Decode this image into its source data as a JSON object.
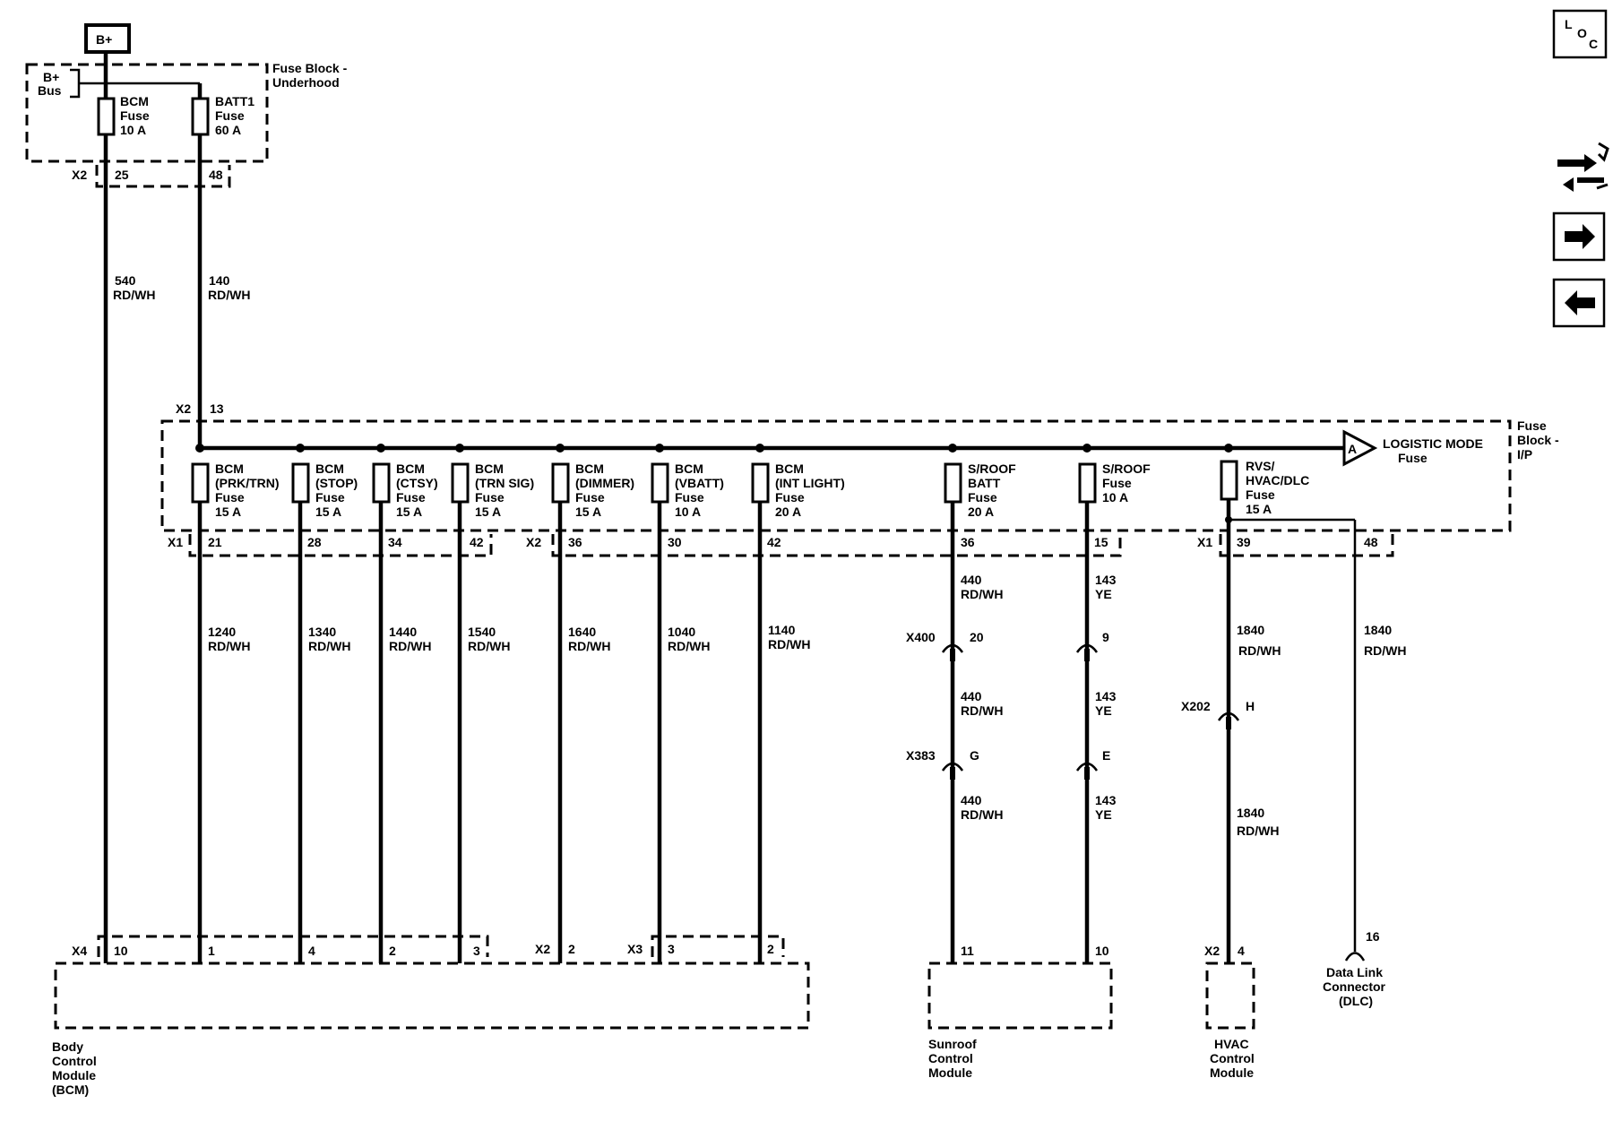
{
  "supply": {
    "b_plus": "B+",
    "bus_line1": "B+",
    "bus_line2": "Bus"
  },
  "fuse_block_underhood": {
    "label_line1": "Fuse Block -",
    "label_line2": "Underhood",
    "fuses": [
      {
        "name": "BCM",
        "type": "Fuse",
        "rating": "10 A"
      },
      {
        "name": "BATT1",
        "type": "Fuse",
        "rating": "60 A"
      }
    ],
    "connector": "X2",
    "pins": [
      "25",
      "48"
    ]
  },
  "wires_upper": [
    {
      "circuit": "540",
      "color": "RD/WH"
    },
    {
      "circuit": "140",
      "color": "RD/WH"
    }
  ],
  "fuse_block_ip": {
    "input_connector": "X2",
    "input_pin": "13",
    "label_line1": "Fuse",
    "label_line2": "Block -",
    "label_line3": "I/P",
    "logistic_mode": {
      "title": "LOGISTIC MODE",
      "subtitle": "Fuse",
      "marker": "A"
    },
    "fuses": [
      {
        "line1": "BCM",
        "line2": "(PRK/TRN)",
        "line3": "Fuse",
        "rating": "15 A"
      },
      {
        "line1": "BCM",
        "line2": "(STOP)",
        "line3": "Fuse",
        "rating": "15 A"
      },
      {
        "line1": "BCM",
        "line2": "(CTSY)",
        "line3": "Fuse",
        "rating": "15 A"
      },
      {
        "line1": "BCM",
        "line2": "(TRN SIG)",
        "line3": "Fuse",
        "rating": "15 A"
      },
      {
        "line1": "BCM",
        "line2": "(DIMMER)",
        "line3": "Fuse",
        "rating": "15 A"
      },
      {
        "line1": "BCM",
        "line2": "(VBATT)",
        "line3": "Fuse",
        "rating": "10 A"
      },
      {
        "line1": "BCM",
        "line2": "(INT LIGHT)",
        "line3": "Fuse",
        "rating": "20 A"
      },
      {
        "line1": "S/ROOF",
        "line2": "BATT",
        "line3": "Fuse",
        "rating": "20 A"
      },
      {
        "line1": "S/ROOF",
        "line2": "Fuse",
        "line3": "10 A",
        "rating": ""
      },
      {
        "line1": "RVS/",
        "line2": "HVAC/DLC",
        "line3": "Fuse",
        "rating": "15 A"
      }
    ],
    "output_connectors": [
      "X1",
      "X2",
      "X1"
    ],
    "output_pins": [
      "21",
      "28",
      "34",
      "42",
      "36",
      "30",
      "42",
      "36",
      "15",
      "39",
      "48"
    ]
  },
  "wires_lower": [
    {
      "circuit": "1240",
      "color": "RD/WH"
    },
    {
      "circuit": "1340",
      "color": "RD/WH"
    },
    {
      "circuit": "1440",
      "color": "RD/WH"
    },
    {
      "circuit": "1540",
      "color": "RD/WH"
    },
    {
      "circuit": "1640",
      "color": "RD/WH"
    },
    {
      "circuit": "1040",
      "color": "RD/WH"
    },
    {
      "circuit": "1140",
      "color": "RD/WH"
    },
    {
      "circuit": "440",
      "color": "RD/WH"
    },
    {
      "circuit": "143",
      "color": "YE"
    },
    {
      "circuit": "1840",
      "color": "RD/WH"
    },
    {
      "circuit": "1840",
      "color": "RD/WH"
    }
  ],
  "inline_connectors": {
    "x400": {
      "name": "X400",
      "pin_a": "20",
      "pin_b": "9"
    },
    "x383": {
      "name": "X383",
      "pin_a": "G",
      "pin_b": "E"
    },
    "x202": {
      "name": "X202",
      "pin": "H"
    }
  },
  "wires_mid": [
    {
      "circuit": "440",
      "color": "RD/WH"
    },
    {
      "circuit": "143",
      "color": "YE"
    },
    {
      "circuit": "440",
      "color": "RD/WH"
    },
    {
      "circuit": "143",
      "color": "YE"
    },
    {
      "circuit": "1840",
      "color": "RD/WH"
    }
  ],
  "bcm": {
    "connectors": [
      "X4",
      "X2",
      "X3"
    ],
    "pins": [
      "10",
      "1",
      "4",
      "2",
      "3",
      "2",
      "3",
      "2"
    ],
    "label": [
      "Body",
      "Control",
      "Module",
      "(BCM)"
    ]
  },
  "sunroof": {
    "pins": [
      "11",
      "10"
    ],
    "label": [
      "Sunroof",
      "Control",
      "Module"
    ]
  },
  "hvac": {
    "connector": "X2",
    "pin": "4",
    "label": [
      "HVAC",
      "Control",
      "Module"
    ]
  },
  "dlc": {
    "pin": "16",
    "label": [
      "Data Link",
      "Connector",
      "(DLC)"
    ]
  },
  "nav": {
    "loc_l": "L",
    "loc_o": "O",
    "loc_c": "C"
  }
}
